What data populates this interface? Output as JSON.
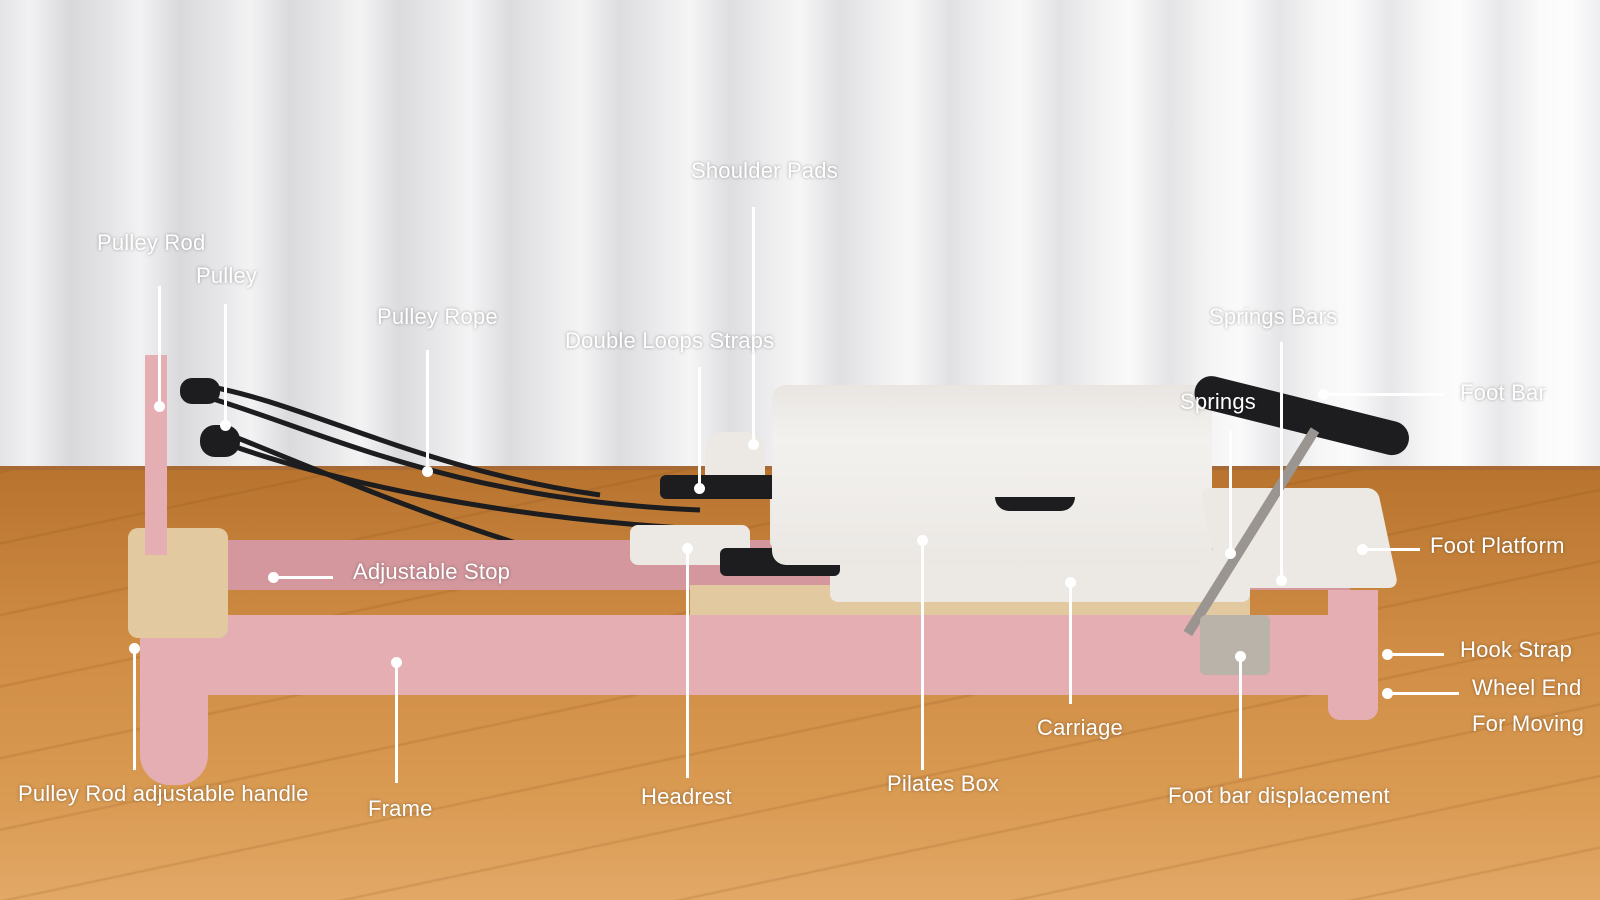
{
  "labels": {
    "shoulder_pads": "Shoulder Pads",
    "pulley_rod": "Pulley Rod",
    "pulley": "Pulley",
    "pulley_rope": "Pulley Rope",
    "double_loops_straps": "Double Loops Straps",
    "springs_bars": "Springs Bars",
    "springs": "Springs",
    "foot_bar": "Foot Bar",
    "foot_platform": "Foot Platform",
    "hook_strap": "Hook Strap",
    "wheel_end": "Wheel End",
    "for_moving": "For Moving",
    "adjustable_stop": "Adjustable Stop",
    "pulley_rod_adjustable_handle": "Pulley Rod adjustable handle",
    "frame": "Frame",
    "headrest": "Headrest",
    "pilates_box": "Pilates Box",
    "carriage": "Carriage",
    "foot_bar_displacement": "Foot bar displacement"
  },
  "colors": {
    "frame": "#e4aeb3",
    "upholstery": "#ece8e3",
    "annotation": "#ffffff"
  }
}
